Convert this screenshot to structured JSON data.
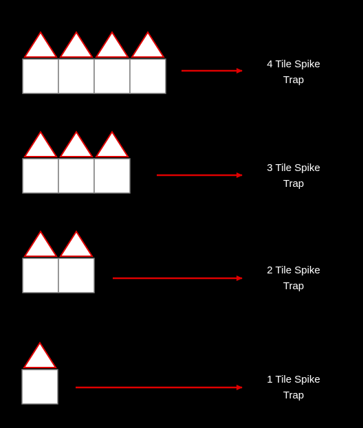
{
  "colors": {
    "background": "#000000",
    "tile_fill": "#ffffff",
    "tile_border": "#7f7f7f",
    "spike_fill": "#ffffff",
    "spike_border": "#e00000",
    "arrow": "#e00000",
    "label_text": "#ffffff"
  },
  "traps": [
    {
      "tile_count": 4,
      "label_line1": "4 Tile Spike",
      "label_line2": "Trap"
    },
    {
      "tile_count": 3,
      "label_line1": "3 Tile Spike",
      "label_line2": "Trap"
    },
    {
      "tile_count": 2,
      "label_line1": "2 Tile Spike",
      "label_line2": "Trap"
    },
    {
      "tile_count": 1,
      "label_line1": "1 Tile Spike",
      "label_line2": "Trap"
    }
  ]
}
